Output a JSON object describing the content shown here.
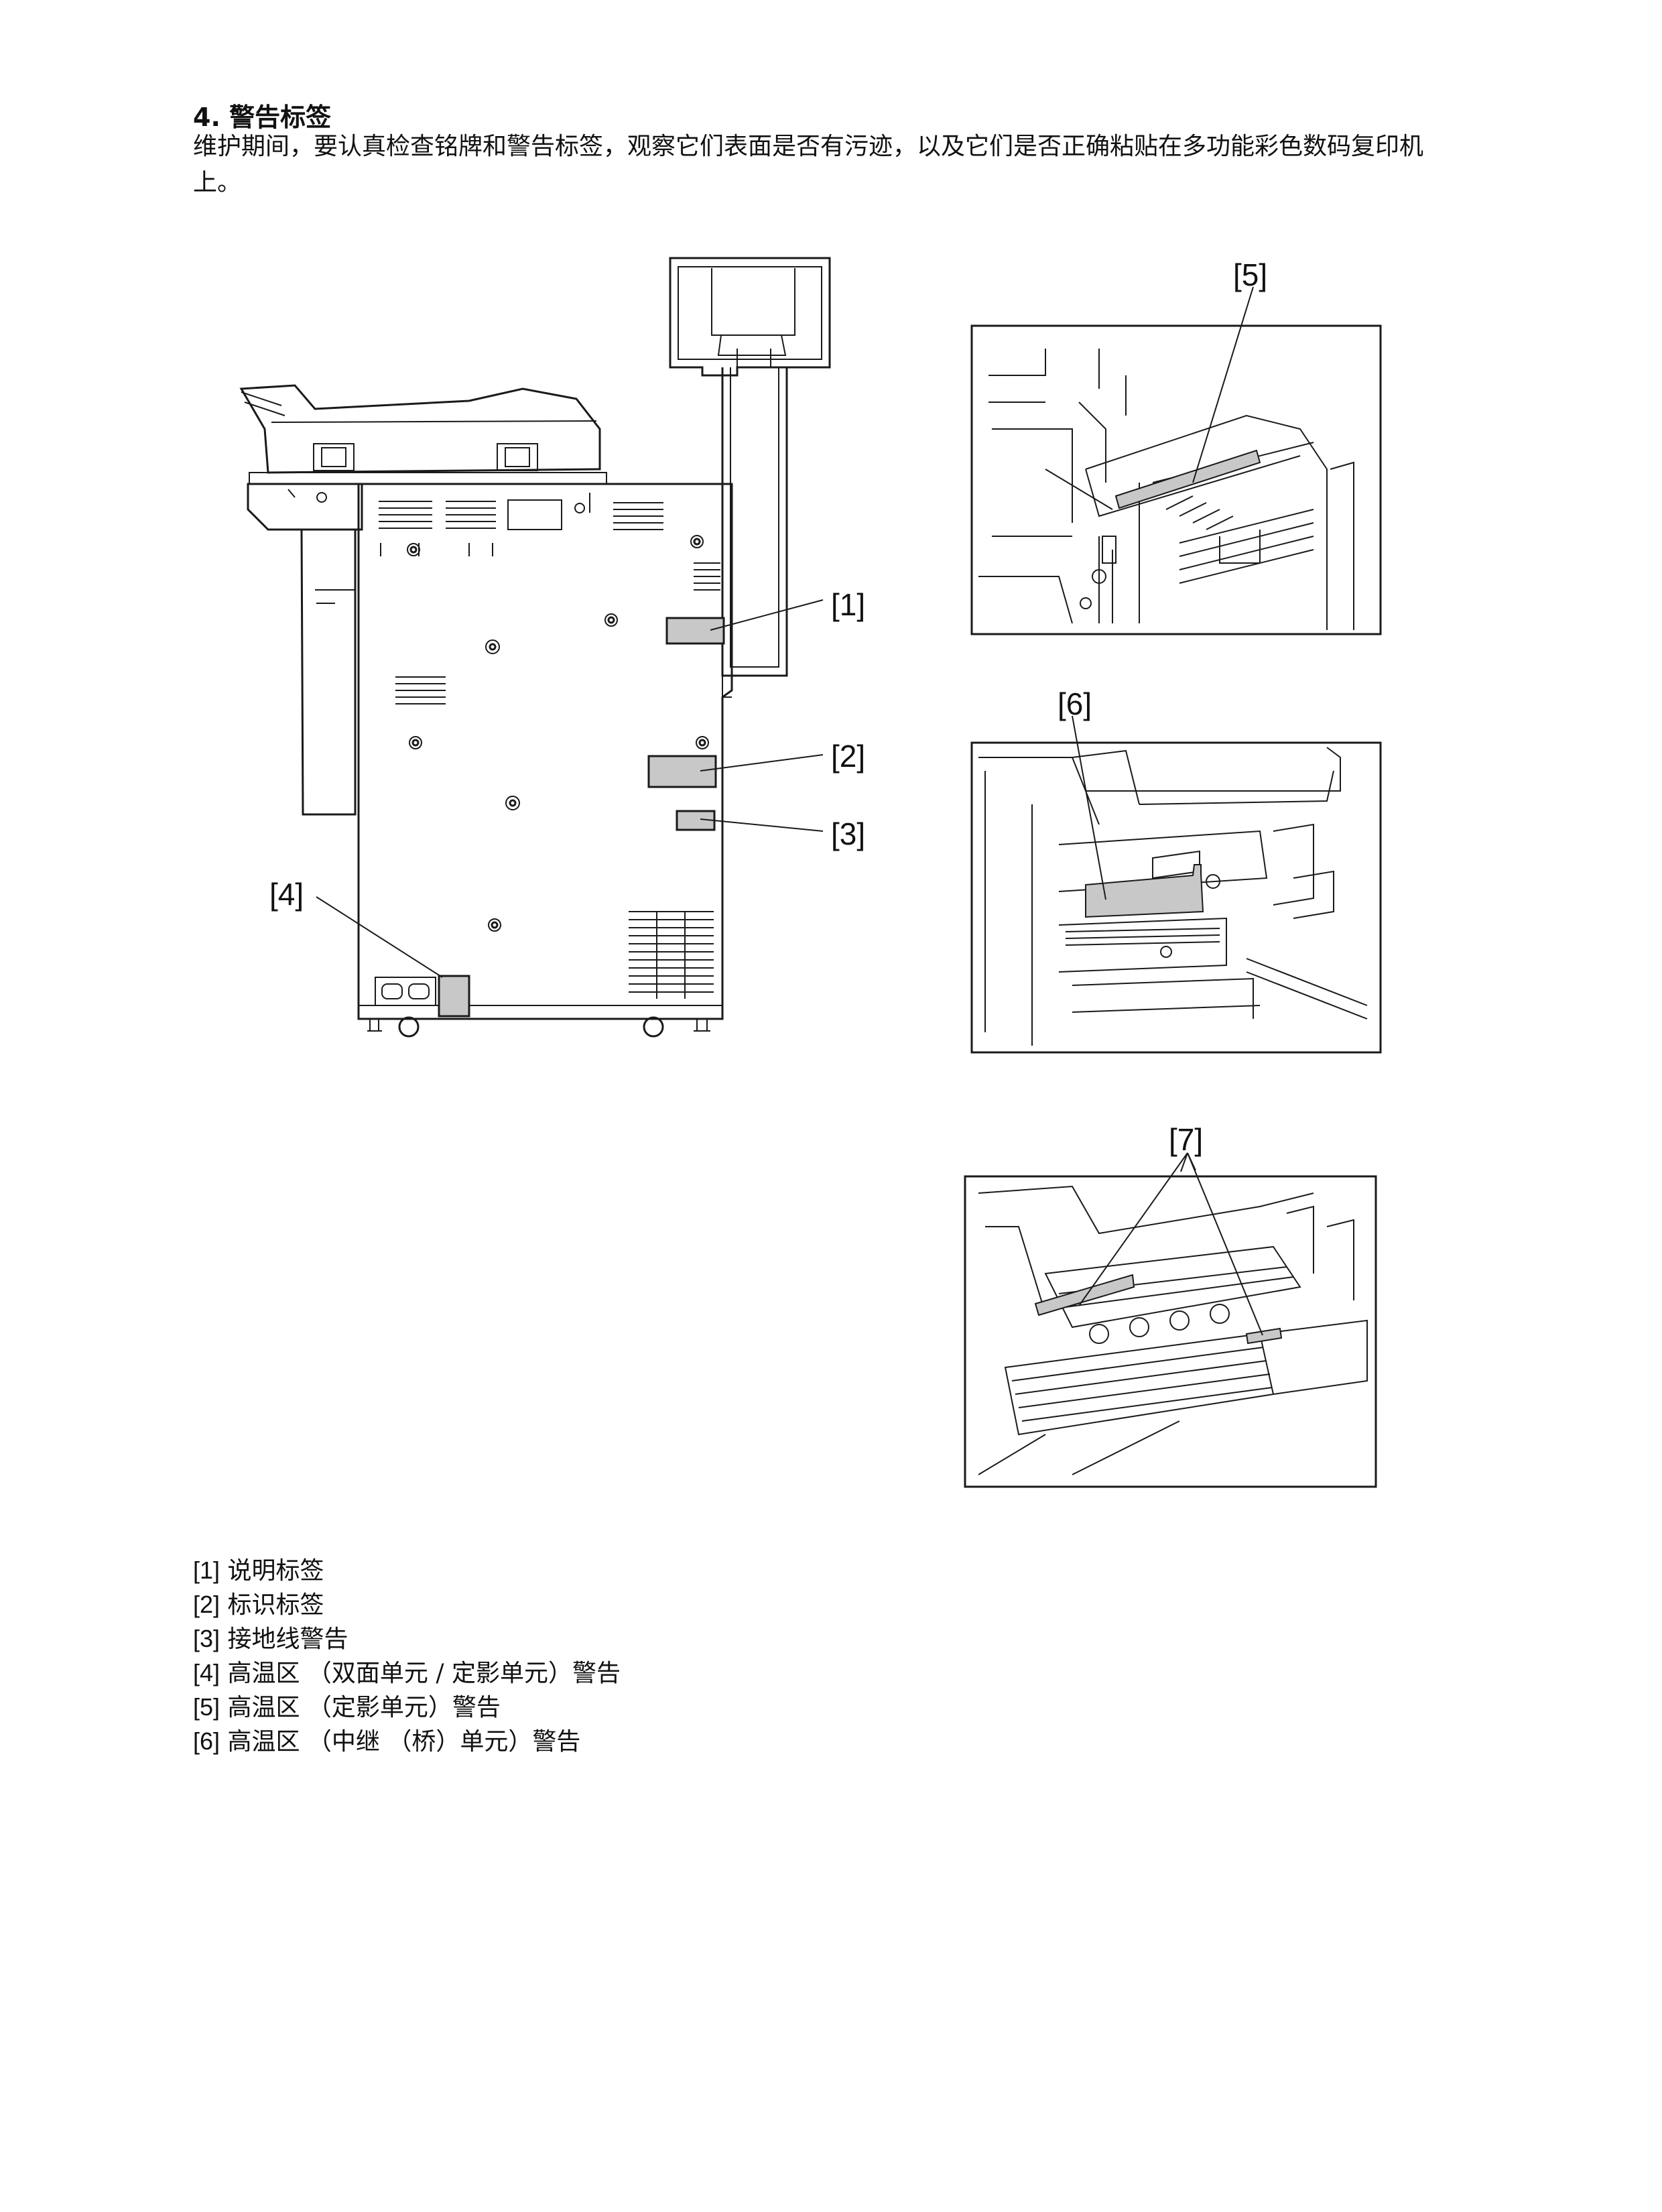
{
  "section": {
    "number": "4.",
    "title": "警告标签",
    "intro": "维护期间，要认真检查铭牌和警告标签，观察它们表面是否有污迹，以及它们是否正确粘贴在多功能彩色数码复印机上。"
  },
  "callouts": [
    "[1]",
    "[2]",
    "[3]",
    "[4]",
    "[5]",
    "[6]",
    "[7]"
  ],
  "legend": [
    {
      "num": "[1]",
      "text": "说明标签"
    },
    {
      "num": "[2]",
      "text": "标识标签"
    },
    {
      "num": "[3]",
      "text": "接地线警告"
    },
    {
      "num": "[4]",
      "text": "高温区 （双面单元 / 定影单元）警告"
    },
    {
      "num": "[5]",
      "text": "高温区 （定影单元）警告"
    },
    {
      "num": "[6]",
      "text": "高温区 （中继 （桥）单元）警告"
    }
  ],
  "colors": {
    "label_fill": "#c8c8c8",
    "line": "#1a1a1a"
  }
}
